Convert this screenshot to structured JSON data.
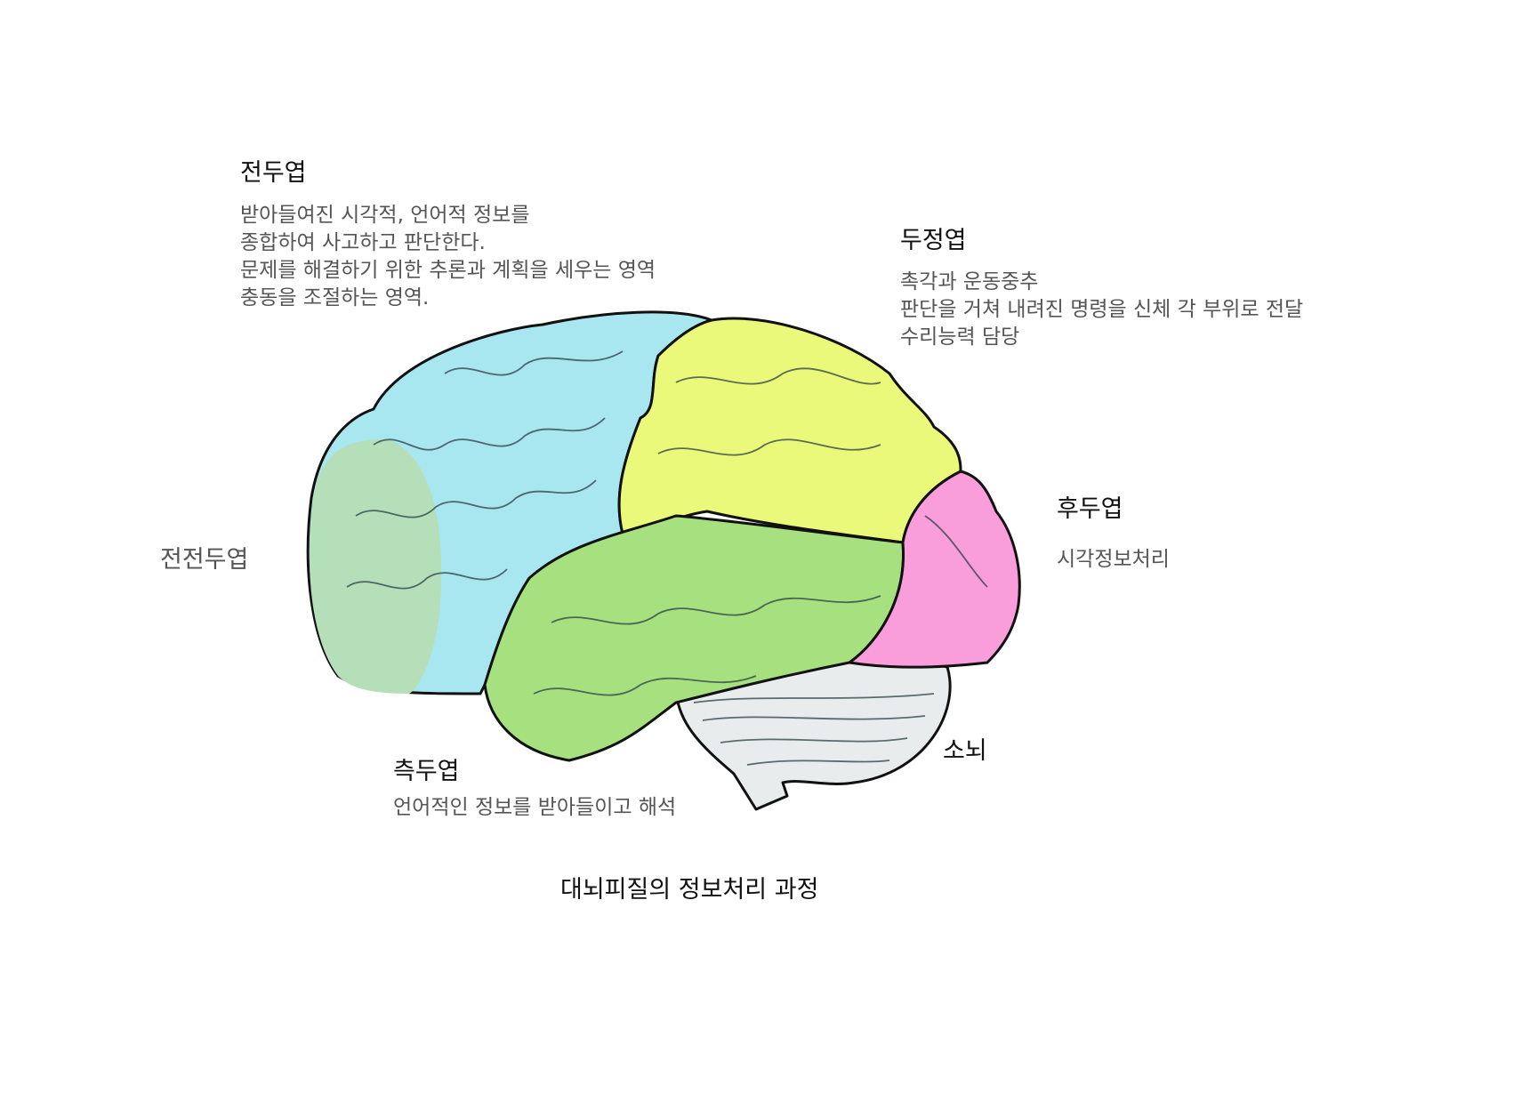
{
  "title": "대뇌피질의 정보처리 과정",
  "regions": {
    "frontal": {
      "name": "전두엽",
      "lines": [
        "받아들여진 시각적, 언어적 정보를",
        "종합하여 사고하고 판단한다.",
        "문제를 해결하기 위한 추론과 계획을 세우는 영역",
        "충동을 조절하는 영역."
      ],
      "color": "#a8e6f0"
    },
    "parietal": {
      "name": "두정엽",
      "lines": [
        "촉각과 운동중추",
        "판단을 거쳐 내려진 명령을 신체 각 부위로 전달",
        "수리능력 담당"
      ],
      "color": "#eaf97a"
    },
    "prefrontal": {
      "name": "전전두엽",
      "color": "#b5dfb8"
    },
    "occipital": {
      "name": "후두엽",
      "lines": [
        "시각정보처리"
      ],
      "color": "#f99ddb"
    },
    "temporal": {
      "name": "측두엽",
      "lines": [
        "언어적인 정보를 받아들이고 해석"
      ],
      "color": "#a6e07f"
    },
    "cerebellum": {
      "name": "소뇌",
      "color": "#e8ecec"
    }
  }
}
